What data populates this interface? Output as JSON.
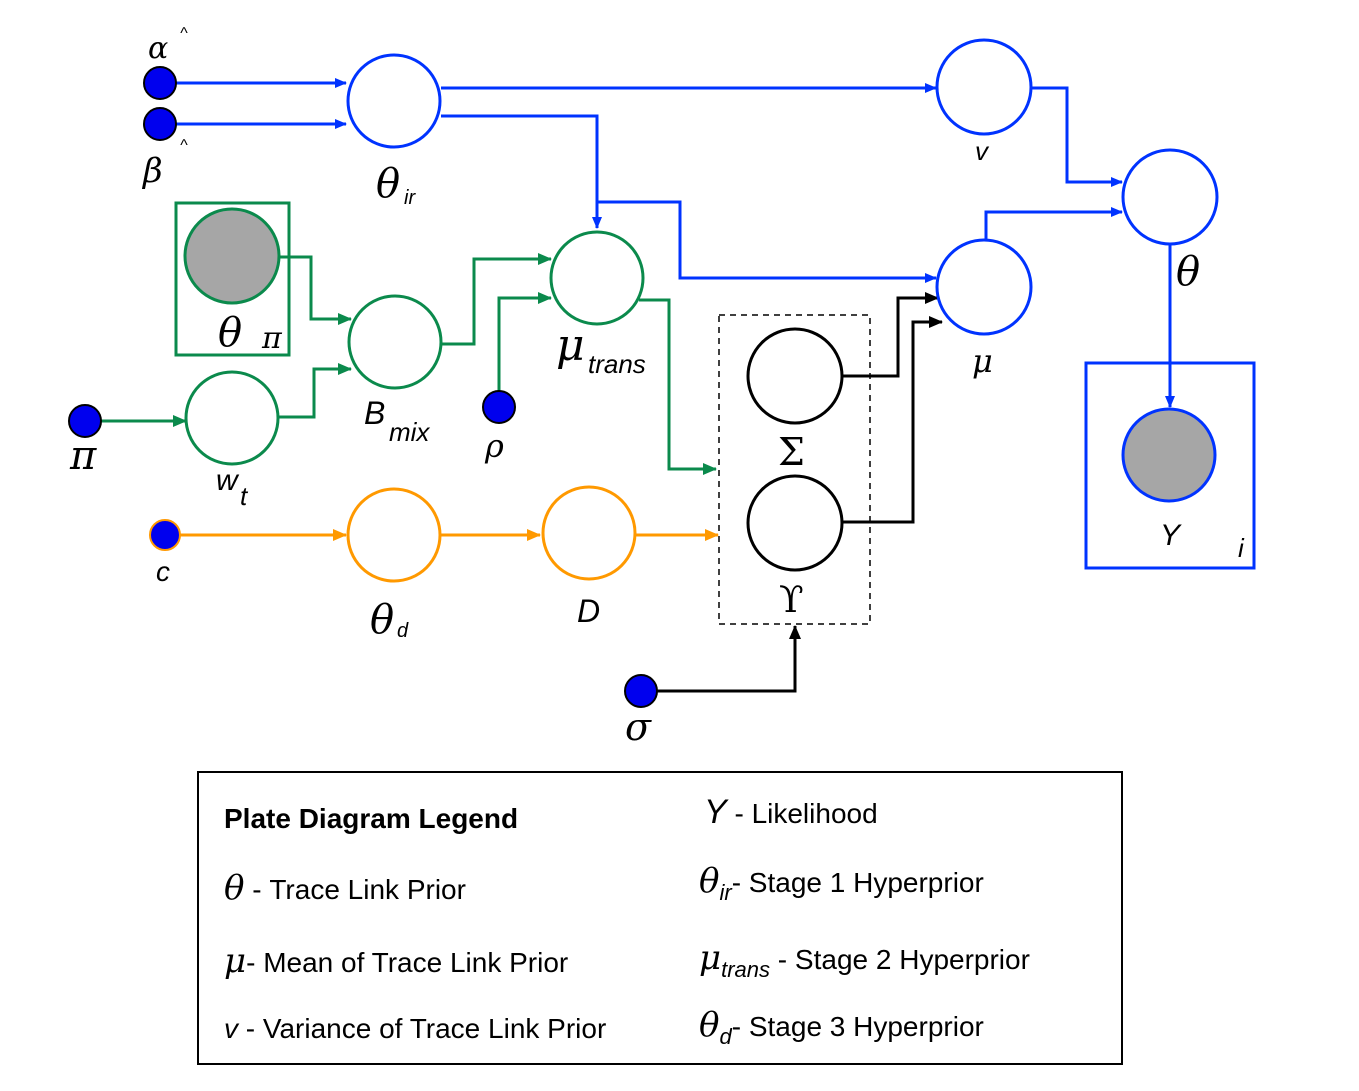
{
  "colors": {
    "blue": "#0033ff",
    "green": "#0b8a4c",
    "orange": "#ff9900",
    "black": "#000000",
    "observed_fill": "#a6a6a6",
    "hyper_dot": "#0000ee"
  },
  "nodes": {
    "alpha": {
      "symbol": "α",
      "hat": "^"
    },
    "beta": {
      "symbol": "β",
      "hat": "^"
    },
    "theta_ir": {
      "symbol": "θ",
      "sub": "ir"
    },
    "v": {
      "symbol": "v"
    },
    "theta": {
      "symbol": "θ"
    },
    "mu": {
      "symbol": "μ"
    },
    "mu_trans": {
      "symbol": "μ",
      "sub": "trans"
    },
    "rho": {
      "symbol": "ρ"
    },
    "b_mix": {
      "symbol": "B",
      "sub": "mix"
    },
    "theta_pi": {
      "symbol": "θ",
      "plate": "π"
    },
    "w_t": {
      "symbol": "w",
      "sub": "t"
    },
    "pi": {
      "symbol": "π"
    },
    "c": {
      "symbol": "c"
    },
    "theta_d": {
      "symbol": "θ",
      "sub": "d"
    },
    "d": {
      "symbol": "D"
    },
    "sigma_cov": {
      "symbol": "Σ"
    },
    "upsilon": {
      "symbol": "ϒ"
    },
    "sigma": {
      "symbol": "σ"
    },
    "y": {
      "symbol": "Y",
      "plate": "i"
    }
  },
  "legend": {
    "title": "Plate Diagram Legend",
    "left": [
      {
        "symbol": "θ",
        "sub": "",
        "text": " - Trace Link Prior"
      },
      {
        "symbol": "μ",
        "sub": "",
        "text": "- Mean of Trace Link Prior"
      },
      {
        "symbol": "v",
        "sub": "",
        "text": " - Variance of Trace Link Prior"
      }
    ],
    "right": [
      {
        "symbol": "Y",
        "sub": "",
        "text": " - Likelihood"
      },
      {
        "symbol": "θ",
        "sub": "ir",
        "text": "- Stage 1 Hyperprior"
      },
      {
        "symbol": "μ",
        "sub": "trans",
        "text": " - Stage 2 Hyperprior"
      },
      {
        "symbol": "θ",
        "sub": "d",
        "text": "- Stage 3 Hyperprior"
      }
    ]
  }
}
